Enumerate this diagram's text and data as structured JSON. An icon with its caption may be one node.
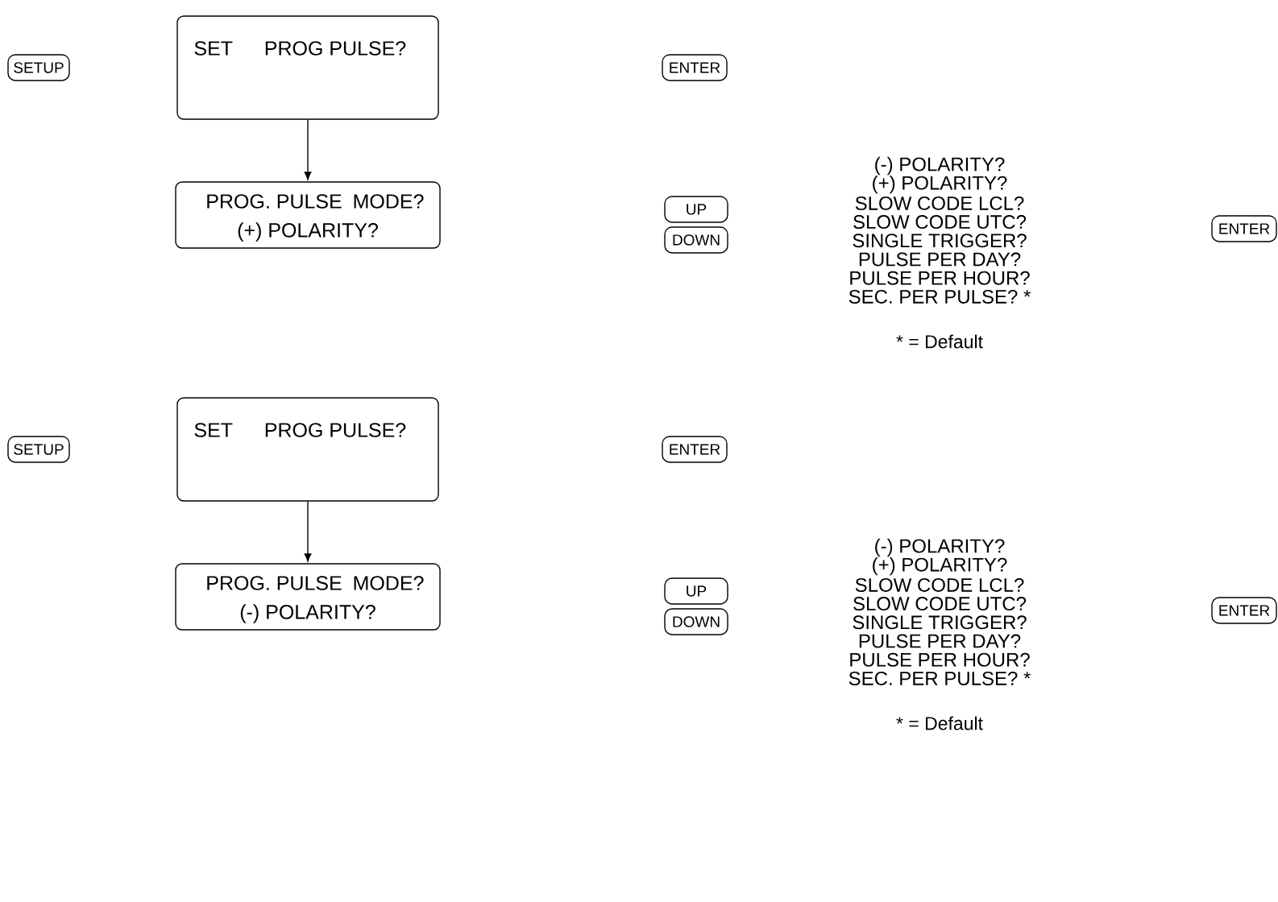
{
  "diagram": {
    "nodes": [
      {
        "text": [
          "SETUP"
        ]
      },
      {
        "text": [
          "SET",
          "PROG PULSE?"
        ]
      },
      {
        "text": [
          "ENTER"
        ]
      },
      {
        "text": [
          "PROG. PULSE",
          "MODE?",
          "(+) POLARITY?"
        ]
      },
      {
        "text": [
          "UP"
        ]
      },
      {
        "text": [
          "DOWN"
        ]
      },
      {
        "text": [
          "ENTER"
        ]
      },
      {
        "text": [
          "SETUP"
        ]
      },
      {
        "text": [
          "SET",
          "PROG PULSE?"
        ]
      },
      {
        "text": [
          "ENTER"
        ]
      },
      {
        "text": [
          "PROG. PULSE",
          "MODE?",
          "(-) POLARITY?"
        ]
      },
      {
        "text": [
          "UP"
        ]
      },
      {
        "text": [
          "DOWN"
        ]
      },
      {
        "text": [
          "ENTER"
        ]
      }
    ],
    "edges": [
      {
        "from": 1,
        "to": 3,
        "arrow": "to"
      },
      {
        "from": 8,
        "to": 10,
        "arrow": "to"
      }
    ],
    "labels": [
      "(-) POLARITY?",
      "(+) POLARITY?",
      "SLOW CODE LCL?",
      "SLOW CODE UTC?",
      "SINGLE TRIGGER?",
      "PULSE PER DAY?",
      "PULSE PER HOUR?",
      "SEC. PER PULSE? *",
      "* = Default",
      "(-) POLARITY?",
      "(+) POLARITY?",
      "SLOW CODE LCL?",
      "SLOW CODE UTC?",
      "SINGLE TRIGGER?",
      "PULSE PER DAY?",
      "PULSE PER HOUR?",
      "SEC. PER PULSE? *",
      "* = Default"
    ]
  }
}
